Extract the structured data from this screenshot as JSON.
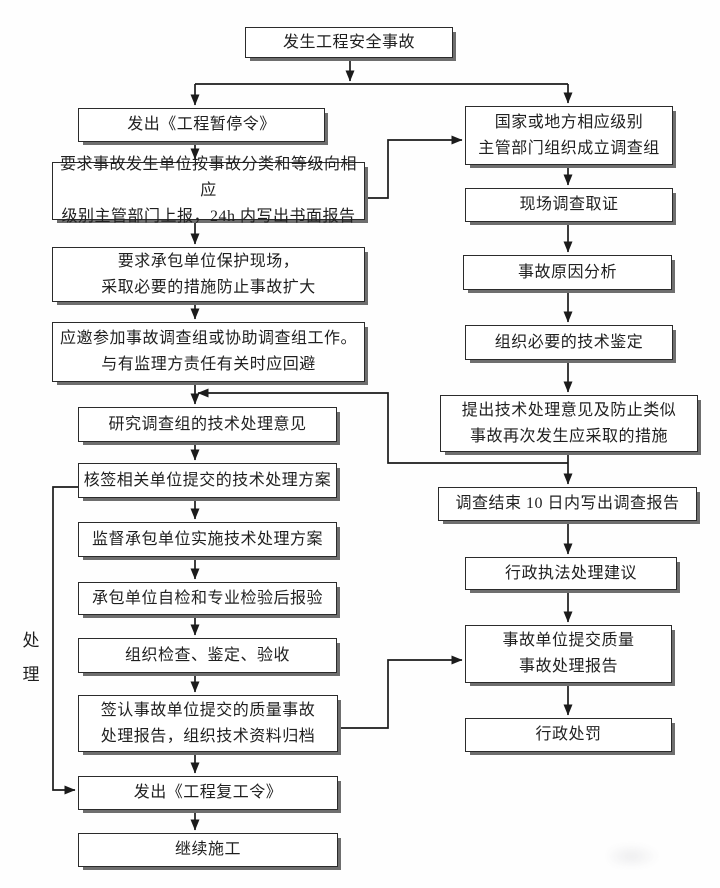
{
  "colors": {
    "background": "#fefefe",
    "box_fill": "#ffffff",
    "box_border": "#2b2b2b",
    "box_shadow": "#6e6e6e",
    "connector": "#1b1b1b",
    "text": "#1f1f1f"
  },
  "side_label": {
    "lines": [
      "处",
      "理"
    ]
  },
  "nodes": {
    "start": {
      "lines": [
        "发生工程安全事故"
      ]
    },
    "issue_stop_order": {
      "lines": [
        "发出《工程暂停令》"
      ]
    },
    "report_24h": {
      "lines": [
        "要求事故发生单位按事故分类和等级向相应",
        "级别主管部门上报，24h 内写出书面报告"
      ]
    },
    "protect_site": {
      "lines": [
        "要求承包单位保护现场，",
        "采取必要的措施防止事故扩大"
      ]
    },
    "join_investigation": {
      "lines": [
        "应邀参加事故调查组或协助调查组工作。",
        "与有监理方责任有关时应回避"
      ]
    },
    "study_opinions": {
      "lines": [
        "研究调查组的技术处理意见"
      ]
    },
    "countersign_plan": {
      "lines": [
        "核签相关单位提交的技术处理方案"
      ]
    },
    "supervise_implement": {
      "lines": [
        "监督承包单位实施技术处理方案"
      ]
    },
    "contractor_selfcheck": {
      "lines": [
        "承包单位自检和专业检验后报验"
      ]
    },
    "organize_inspection": {
      "lines": [
        "组织检查、鉴定、验收"
      ]
    },
    "sign_report_archive": {
      "lines": [
        "签认事故单位提交的质量事故",
        "处理报告，组织技术资料归档"
      ]
    },
    "issue_resume_order": {
      "lines": [
        "发出《工程复工令》"
      ]
    },
    "continue_construction": {
      "lines": [
        "继续施工"
      ]
    },
    "form_investigation_team": {
      "lines": [
        "国家或地方相应级别",
        "主管部门组织成立调查组"
      ]
    },
    "site_investigation": {
      "lines": [
        "现场调查取证"
      ]
    },
    "cause_analysis": {
      "lines": [
        "事故原因分析"
      ]
    },
    "technical_appraisal": {
      "lines": [
        "组织必要的技术鉴定"
      ]
    },
    "propose_measures": {
      "lines": [
        "提出技术处理意见及防止类似",
        "事故再次发生应采取的措施"
      ]
    },
    "investigation_report": {
      "lines": [
        "调查结束 10 日内写出调查报告"
      ]
    },
    "admin_enforcement_advice": {
      "lines": [
        "行政执法处理建议"
      ]
    },
    "submit_quality_report": {
      "lines": [
        "事故单位提交质量",
        "事故处理报告"
      ]
    },
    "admin_penalty": {
      "lines": [
        "行政处罚"
      ]
    }
  }
}
